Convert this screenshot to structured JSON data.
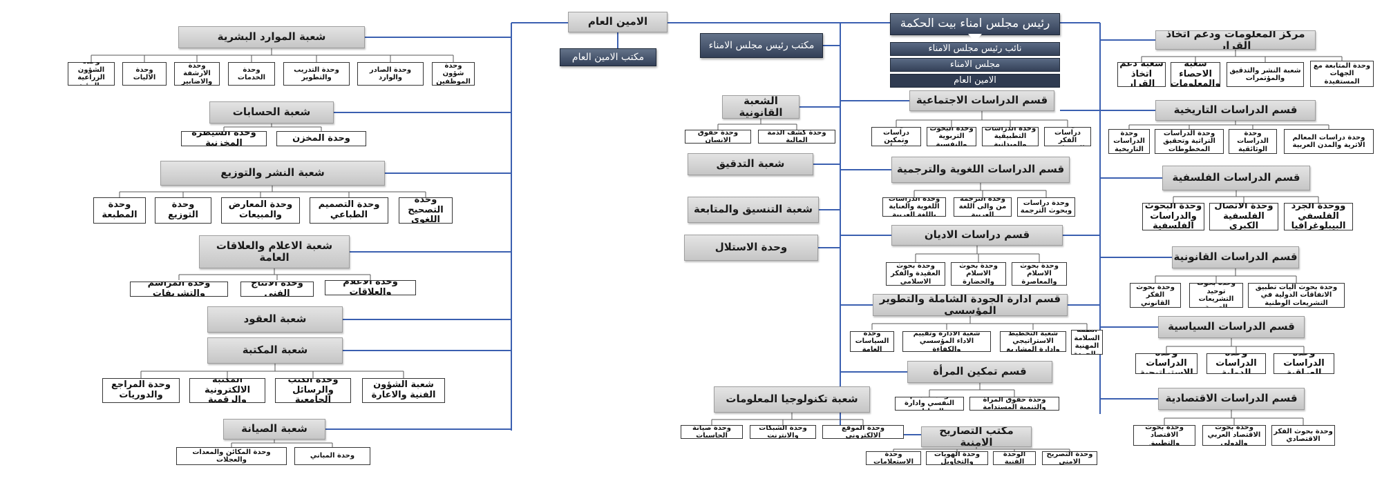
{
  "colors": {
    "connector": "#3a5fb0",
    "header_gray": "#d3d3d3",
    "exec_navy": "#3d4a63"
  },
  "left": {
    "hr": {
      "title": "شعبة الموارد البشرية",
      "units": [
        "وحدة شؤون الموظفين",
        "وحدة الصادر والوارد",
        "وحدة التدريب والتطوير",
        "وحدة الخدمات",
        "وحدة الارشفة والاضابير",
        "وحدة الاليات",
        "وحدة الشؤون الزراعية والبيئية"
      ]
    },
    "accounts": {
      "title": "شعبة الحسابات",
      "units": [
        "وحدة المخزن",
        "وحدة السيطرة المخزنية"
      ]
    },
    "publishing": {
      "title": "شعبة النشر والتوزيع",
      "units": [
        "وحدة التصحيح اللغوي",
        "وحدة التصميم الطباعي",
        "وحدة المعارض والمبيعات",
        "وحدة التوزيع",
        "وحدة المطبعة"
      ]
    },
    "media": {
      "title": "شعبة الاعلام والعلاقات العامة",
      "units": [
        "وحدة الاعلام والعلاقات",
        "وحدة الانتاج الفني",
        "وحدة المراسم والتشريفات"
      ]
    },
    "contracts": {
      "title": "شعبة العقود"
    },
    "library": {
      "title": "شعبة المكتبة",
      "units": [
        "شعبة الشؤون الفنية والاعارة",
        "وحدة الكتب والرسائل الجامعية",
        "المكتبة الالكترونية والرقمية",
        "وحدة المراجع والدوريات"
      ]
    },
    "maintenance": {
      "title": "شعبة الصيانة",
      "units": [
        "وحدة المباني",
        "وحدة المكائن والمعدات والعجلات"
      ]
    }
  },
  "secgen": {
    "title": "الامين العام",
    "office": "مكتب الامين العام"
  },
  "middle": {
    "chair_office": "مكتب رئيس مجلس الامناء",
    "legal": {
      "title": "الشعبة القانونية",
      "units": [
        "وحدة كشف الذمة المالية",
        "وحدة حقوق الانسان"
      ]
    },
    "audit": "شعبة التدقيق",
    "coordination": "شعبة التنسيق والمتابعة",
    "receiving": "وحدة الاستلال",
    "it": {
      "title": "شعبة تكنولوجيا المعلومات",
      "units": [
        "وحدة الموقع الالكتروني",
        "وحدة الشبكات والانترنت",
        "وحدة صيانة الحاسبات"
      ]
    }
  },
  "top": {
    "president": "رئيس مجلس امناء بيت الحكمة",
    "levels": [
      "نائب رئيس مجلس الامناء",
      "مجلس الامناء",
      "الامين العام"
    ]
  },
  "center": {
    "social": {
      "title": "قسم الدراسات الاجتماعية",
      "units": [
        "وحدة دراسات الفكر الاجتماعي",
        "وحدة الدراسات التطبيقية والميدانية",
        "وحدة البحوث التربوية والنفسية",
        "وحدة دراسات وتمكين المرأة"
      ]
    },
    "language": {
      "title": "قسم الدراسات اللغوية والترجمية",
      "units": [
        "وحدة دراسات وبحوث الترجمة",
        "وحدة الترجمة من والى اللغة العربية",
        "وحدة الدراسات اللغوية والعناية باللغة العربية"
      ]
    },
    "religion": {
      "title": "قسم دراسات الاديان",
      "units": [
        "وحدة بحوث الاسلام والمعاصرة",
        "وحدة بحوث الاسلام والحضارة",
        "وحدة بحوث العقيدة والفكر الاسلامي"
      ]
    },
    "quality": {
      "title": "قسم ادارة الجودة الشاملة والتطوير المؤسسي",
      "units": [
        "شعبة انظمة السلامة المهنية والجودة والبيئة",
        "شعبة التخطيط الاستراتيجي وادارة المشاريع",
        "شعبة الادارة وتقييم الاداء المؤسسي والكفاءة",
        "وحدة السياسات العامة"
      ]
    },
    "women": {
      "title": "قسم تمكين المرأة",
      "units": [
        "وحدة حقوق المرأة والتنمية المستدامة",
        "وحدة الدعم النفسي وادارة العمليات"
      ]
    },
    "security": {
      "title": "مكتب التصاريح الامنية",
      "units": [
        "وحدة التصريح الامني",
        "الوحدة الفنية",
        "وحدة الهويات والتخاويل",
        "وحدة الاستعلامات"
      ]
    }
  },
  "right": {
    "info": {
      "title": "مركز المعلومات ودعم اتخاذ القرار",
      "units": [
        "وحدة المتابعة مع الجهات المستفيدة",
        "شعبة النشر والتدقيق والمؤتمرات",
        "شعبة الاحصاء والمعلومات",
        "شعبة دعم اتخاذ القرار"
      ]
    },
    "history": {
      "title": "قسم الدراسات التاريخية",
      "units": [
        "وحدة دراسات المعالم الاثرية والمدن العربية",
        "وحدة الدراسات الوثائقية",
        "وحدة الدراسات التراثية وتحقيق المخطوطات",
        "وحدة الدراسات التاريخية"
      ]
    },
    "philosophy": {
      "title": "قسم الدراسات الفلسفية",
      "units": [
        "ووحدة الجرد الفلسفي البيبلوغرافيا",
        "وحدة الاتصال الفلسفية الكبرى",
        "وحدة البحوث والدراسات الفلسفية"
      ]
    },
    "legal": {
      "title": "قسم الدراسات القانونية",
      "units": [
        "وحدة بحوث آليات تطبيق الاتفاقات الدولية في التشريعات الوطنية",
        "وحدة بحوث توحيد التشريعات العربية",
        "وحدة بحوث الفكر القانوني"
      ]
    },
    "political": {
      "title": "قسم الدراسات السياسية",
      "units": [
        "وحدة الدراسات العراقية",
        "وحدة الدراسات الدولية",
        "وحدة الدراسات الاستراتيجية"
      ]
    },
    "economic": {
      "title": "قسم الدراسات الاقتصادية",
      "units": [
        "وحدة بحوث الفكر الاقتصادي",
        "وحدة بحوث الاقتصاد العربي والدولي",
        "وحدة بحوث الاقتصاد والتطبيق"
      ]
    }
  }
}
